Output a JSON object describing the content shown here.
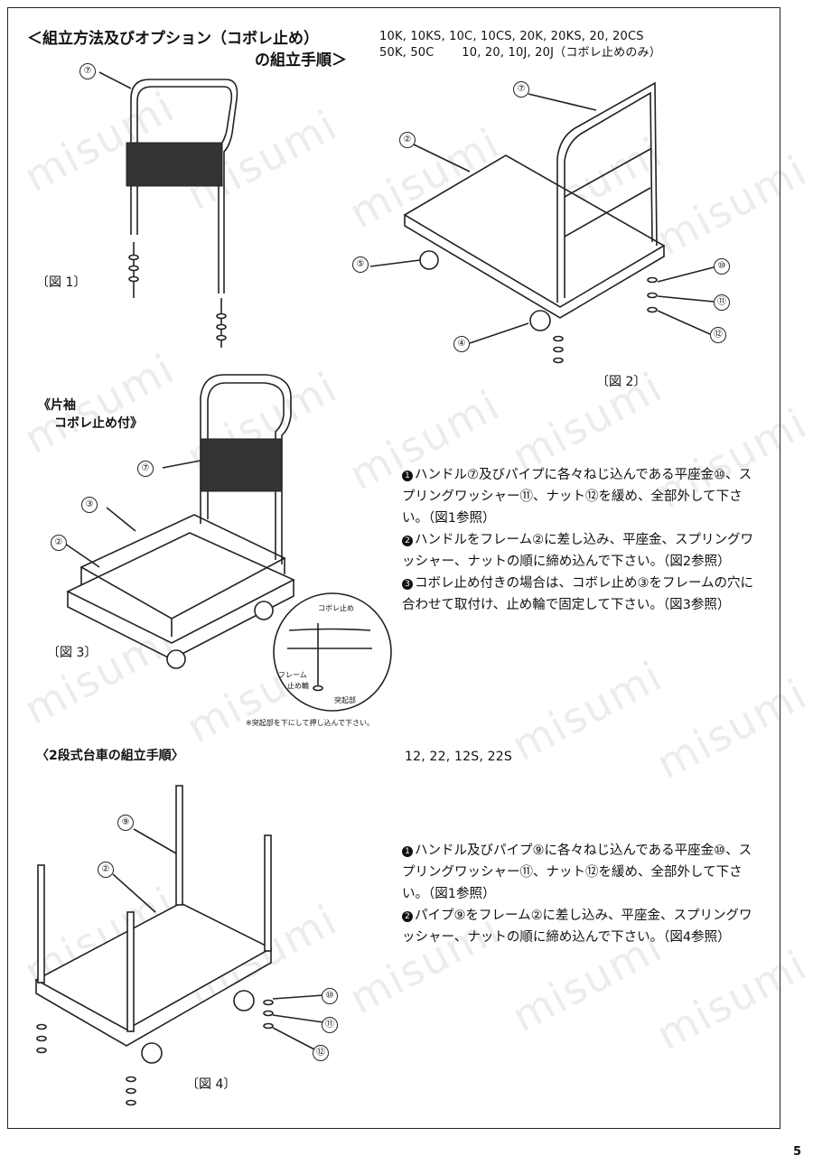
{
  "header": {
    "title_line1": "＜組立方法及びオプション（コボレ止め）",
    "title_line2": "の組立手順＞",
    "models_line1": "10K, 10KS, 10C, 10CS, 20K, 20KS, 20, 20CS",
    "models_line2": "50K, 50C　　 10, 20, 10J, 20J（コボレ止めのみ）"
  },
  "figures": {
    "fig1": "〔図 1〕",
    "fig2": "〔図 2〕",
    "fig3": "〔図 3〕",
    "fig4": "〔図 4〕"
  },
  "side_label": {
    "line1": "《片袖",
    "line2": "コボレ止め付》"
  },
  "callouts": {
    "c2": "②",
    "c3": "③",
    "c4": "④",
    "c5": "⑤",
    "c7": "⑦",
    "c9": "⑨",
    "c10": "⑩",
    "c11": "⑪",
    "c12": "⑫"
  },
  "detail": {
    "kobore": "コボレ止め",
    "frame": "フレーム",
    "ring": "止め輪",
    "tokki": "突起部",
    "note": "※突起部を下にして押し込んで下さい。"
  },
  "steps_a": [
    {
      "num": "1",
      "text": "ハンドル⑦及びパイプに各々ねじ込んである平座金⑩、スプリングワッシャー⑪、ナット⑫を緩め、全部外して下さい。（図1参照）"
    },
    {
      "num": "2",
      "text": "ハンドルをフレーム②に差し込み、平座金、スプリングワッシャー、ナットの順に締め込んで下さい。（図2参照）"
    },
    {
      "num": "3",
      "text": "コボレ止め付きの場合は、コボレ止め③をフレームの穴に合わせて取付け、止め輪で固定して下さい。（図3参照）"
    }
  ],
  "section2": {
    "title": "〈2段式台車の組立手順〉",
    "models": "12, 22, 12S, 22S"
  },
  "steps_b": [
    {
      "num": "1",
      "text": "ハンドル及びパイプ⑨に各々ねじ込んである平座金⑩、スプリングワッシャー⑪、ナット⑫を緩め、全部外して下さい。（図1参照）"
    },
    {
      "num": "2",
      "text": "パイプ⑨をフレーム②に差し込み、平座金、スプリングワッシャー、ナットの順に締め込んで下さい。（図4参照）"
    }
  ],
  "watermark": "misumi",
  "page_number": "5"
}
